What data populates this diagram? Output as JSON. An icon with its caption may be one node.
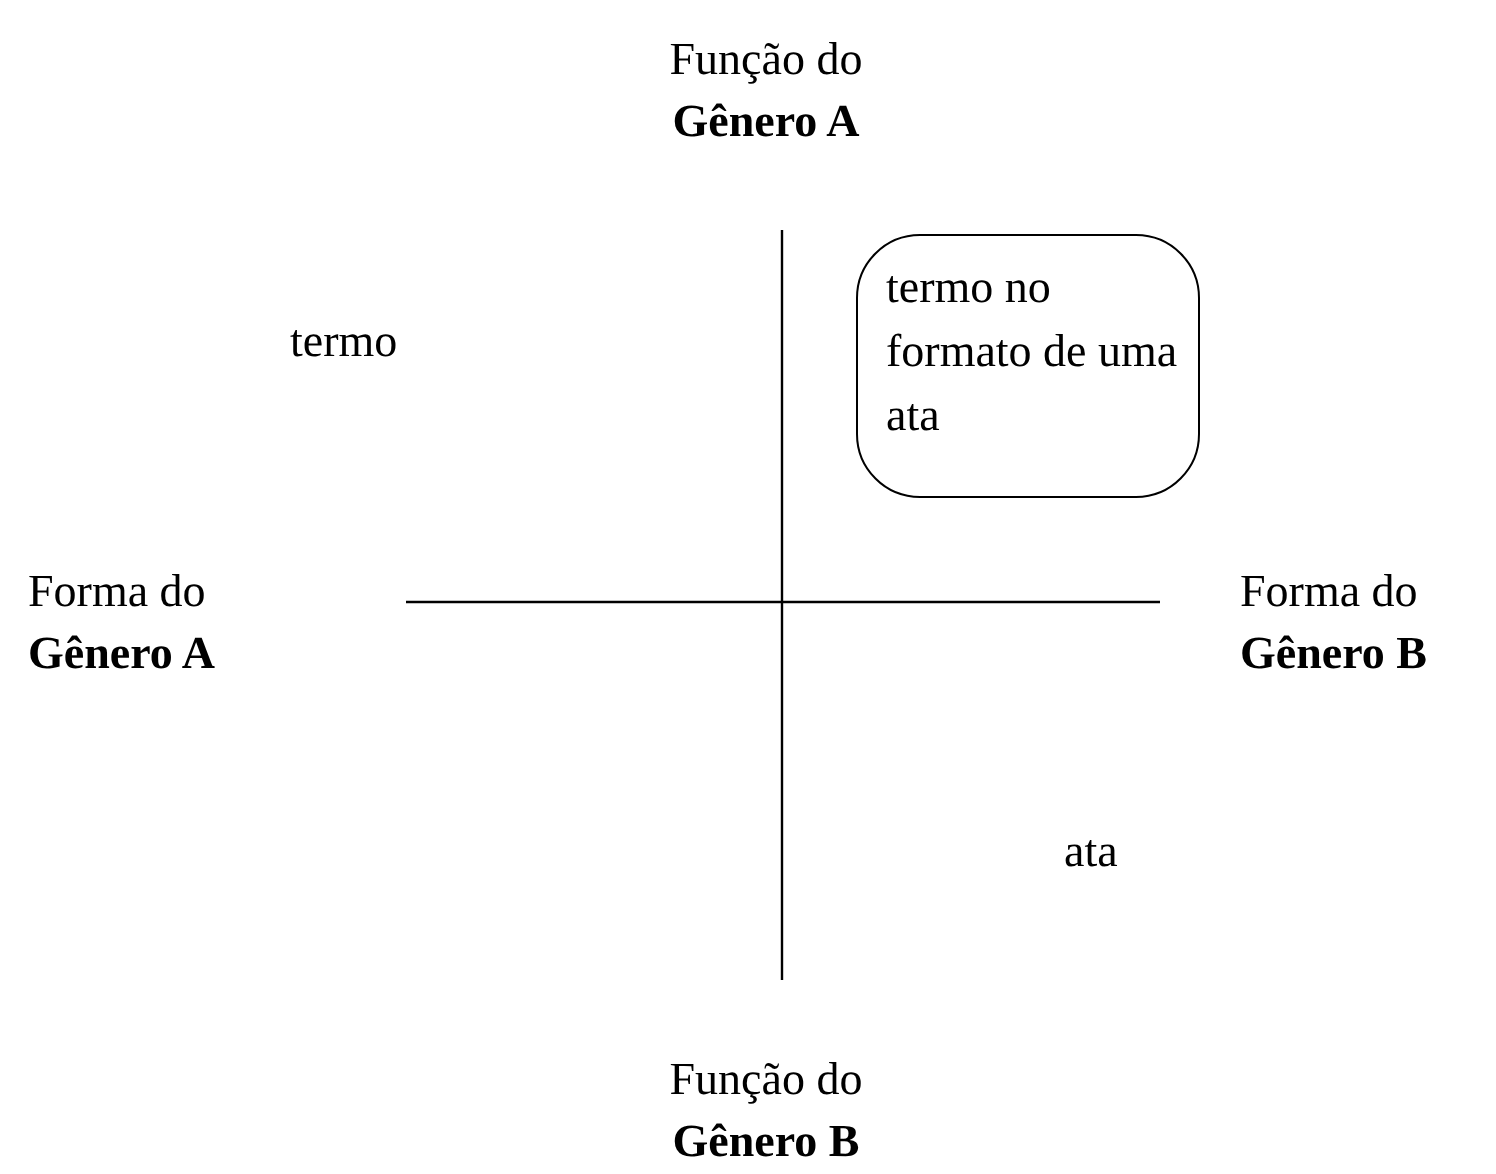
{
  "diagram": {
    "nodes": [
      {
        "text": [
          "termo no formato de uma ata"
        ]
      }
    ],
    "labels": [
      "Função do **Gênero A**",
      "termo",
      "Forma do **Gênero A**",
      "Forma do **Gênero B**",
      "ata",
      "Função do **Gênero B**"
    ]
  }
}
